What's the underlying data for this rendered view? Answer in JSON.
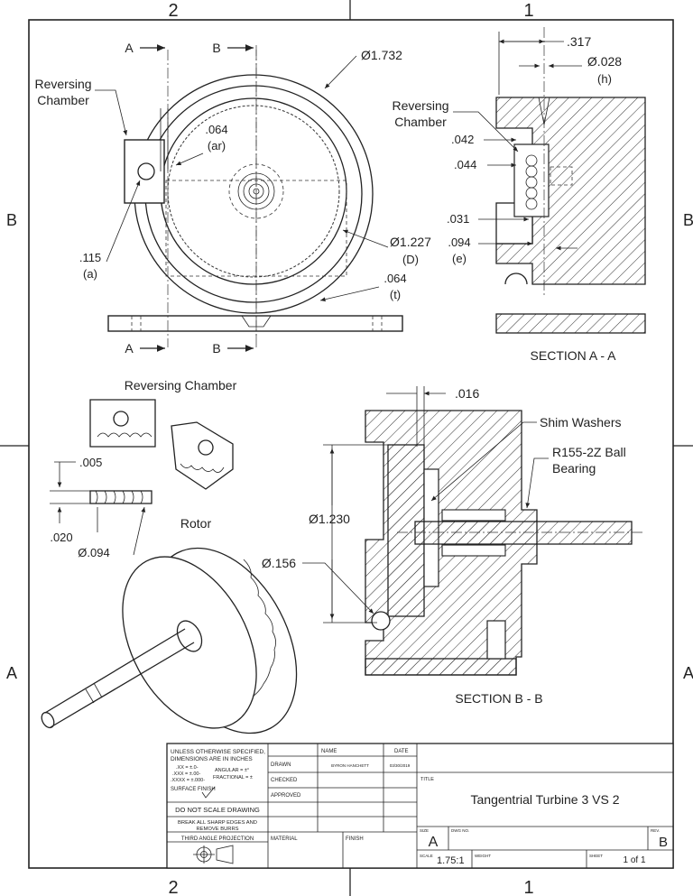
{
  "zones": {
    "top_left": "2",
    "top_right": "1",
    "bottom_left": "2",
    "bottom_right": "1",
    "left_upper": "B",
    "left_lower": "A",
    "right_upper": "B",
    "right_lower": "A"
  },
  "front_view": {
    "section_marks": [
      "A",
      "B",
      "A",
      "B"
    ],
    "dim_outer_diameter": "Ø1.732",
    "reversing_chamber_label": [
      "Reversing",
      "Chamber"
    ],
    "dim_ar": [
      ".064",
      "(ar)"
    ],
    "dim_a": [
      ".115",
      "(a)"
    ],
    "dim_D": [
      "Ø1.227",
      "(D)"
    ],
    "dim_t": [
      ".064",
      "(t)"
    ]
  },
  "section_a": {
    "dim_317": ".317",
    "dim_h": [
      "Ø.028",
      "(h)"
    ],
    "reversing_chamber_label": [
      "Reversing",
      "Chamber"
    ],
    "dim_042": ".042",
    "dim_044": ".044",
    "dim_031": ".031",
    "dim_e": [
      ".094",
      "(e)"
    ],
    "title": "SECTION A - A"
  },
  "detail": {
    "title": "Reversing Chamber",
    "dim_005": ".005",
    "dim_020": ".020",
    "dim_094": "Ø.094",
    "rotor_title": "Rotor"
  },
  "section_b": {
    "dim_016": ".016",
    "shim_label": "Shim Washers",
    "bearing_label": [
      "R155-2Z Ball",
      "Bearing"
    ],
    "dim_1230": "Ø1.230",
    "dim_156": "Ø.156",
    "title": "SECTION B - B"
  },
  "title_block": {
    "notes": [
      "UNLESS OTHERWISE SPECIFIED,",
      "DIMENSIONS ARE IN INCHES"
    ],
    "tol_xx": ".XX = ±.0-",
    "tol_xxx": ".XXX = ±.00-",
    "tol_xxxx": ".XXXX = ±.000-",
    "angular": "ANGULAR = ±°",
    "fractional": "FRACTIONAL = ±",
    "surface_finish": "SURFACE FINISH",
    "do_not_scale": "DO NOT SCALE DRAWING",
    "break_edges": [
      "BREAK ALL SHARP EDGES AND",
      "REMOVE BURRS"
    ],
    "projection": "THIRD ANGLE PROJECTION",
    "hdr_name": "NAME",
    "hdr_date": "DATE",
    "drawn": "DRAWN",
    "drawn_name": "BYRON HANCHETT",
    "drawn_date": "03/30/2019",
    "checked": "CHECKED",
    "approved": "APPROVED",
    "material": "MATERIAL",
    "finish": "FINISH",
    "title_hdr": "TITLE",
    "title": "Tangentrial Turbine 3 VS 2",
    "size_hdr": "SIZE",
    "size": "A",
    "dwg_hdr": "DWG NO.",
    "rev_hdr": "REV.",
    "rev": "B",
    "scale_hdr": "SCALE",
    "scale": "1.75:1",
    "weight_hdr": "WEIGHT",
    "sheet_hdr": "SHEET",
    "sheet": "1 of 1"
  }
}
